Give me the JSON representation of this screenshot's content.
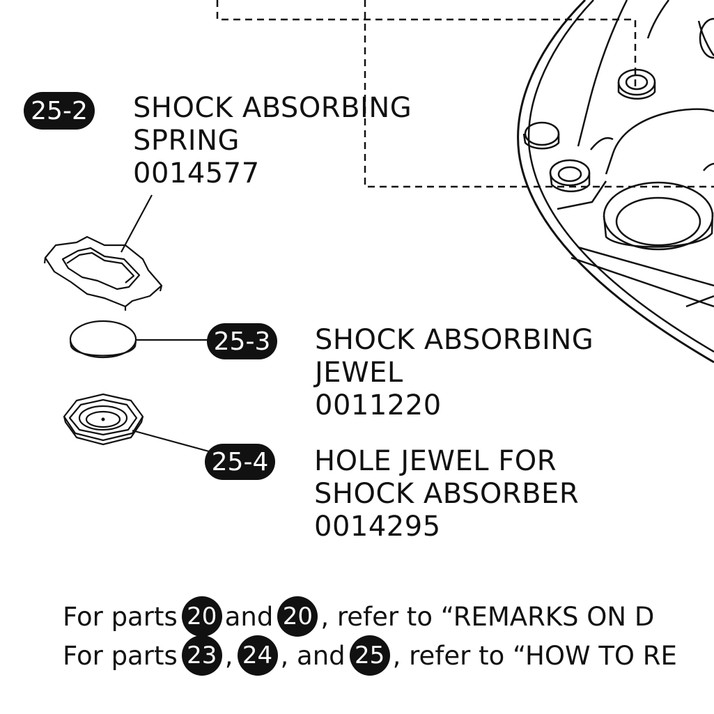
{
  "parts": [
    {
      "badge": "25-2",
      "name_line1": "SHOCK ABSORBING",
      "name_line2": "SPRING",
      "code": "0014577"
    },
    {
      "badge": "25-3",
      "name_line1": "SHOCK ABSORBING",
      "name_line2": "JEWEL",
      "code": "0011220"
    },
    {
      "badge": "25-4",
      "name_line1": "HOLE JEWEL FOR",
      "name_line2": "SHOCK ABSORBER",
      "code": "0014295"
    }
  ],
  "notes": {
    "line1": {
      "prefix": "For parts",
      "ref1": "20",
      "join": "and",
      "ref2": "20",
      "suffix": ", refer to “REMARKS ON D"
    },
    "line2": {
      "prefix": "For parts",
      "ref1": "23",
      "sep1": ",",
      "ref2": "24",
      "sep2": ", and",
      "ref3": "25",
      "suffix": ", refer to “HOW TO RE"
    }
  },
  "colors": {
    "ink": "#111111",
    "paper": "#ffffff"
  }
}
